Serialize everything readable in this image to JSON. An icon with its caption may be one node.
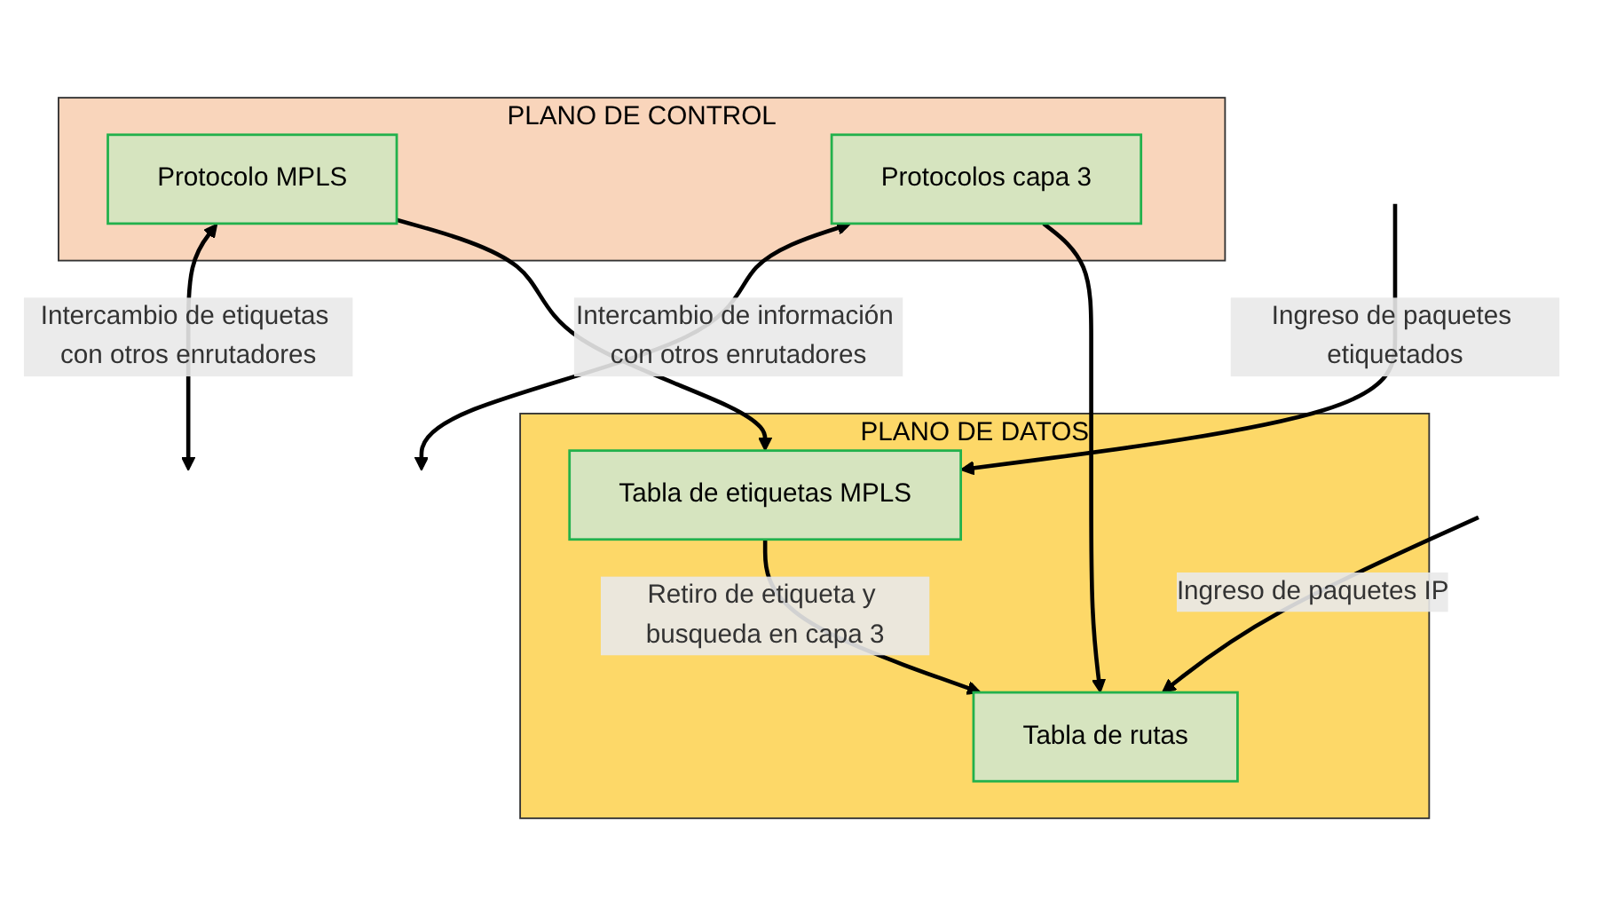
{
  "diagram": {
    "nodes": [
      {
        "text": [
          "PLANO DE CONTROL"
        ]
      },
      {
        "text": [
          "Protocolo MPLS"
        ],
        "in": 0
      },
      {
        "text": [
          "Protocolos capa 3"
        ],
        "in": 0
      },
      {
        "text": [
          "PLANO DE DATOS"
        ]
      },
      {
        "text": [
          "Tabla de etiquetas MPLS"
        ],
        "in": 3
      },
      {
        "text": [
          "Tabla de rutas"
        ],
        "in": 3
      }
    ],
    "edges": [
      {
        "from": 1,
        "to": null,
        "arrow": "both",
        "label": "Intercambio de etiquetas con otros enrutadores"
      },
      {
        "from": 2,
        "to": null,
        "arrow": "both",
        "label": "Intercambio de información con otros enrutadores"
      },
      {
        "from": 1,
        "to": 4,
        "arrow": "to"
      },
      {
        "from": 2,
        "to": 5,
        "arrow": "to"
      },
      {
        "from": null,
        "to": 4,
        "arrow": "to",
        "label": "Ingreso de paquetes etiquetados"
      },
      {
        "from": 4,
        "to": 5,
        "arrow": "to",
        "label": "Retiro de etiqueta y busqueda en capa 3"
      },
      {
        "from": null,
        "to": 5,
        "arrow": "to",
        "label": "Ingreso de paquetes IP"
      }
    ]
  }
}
